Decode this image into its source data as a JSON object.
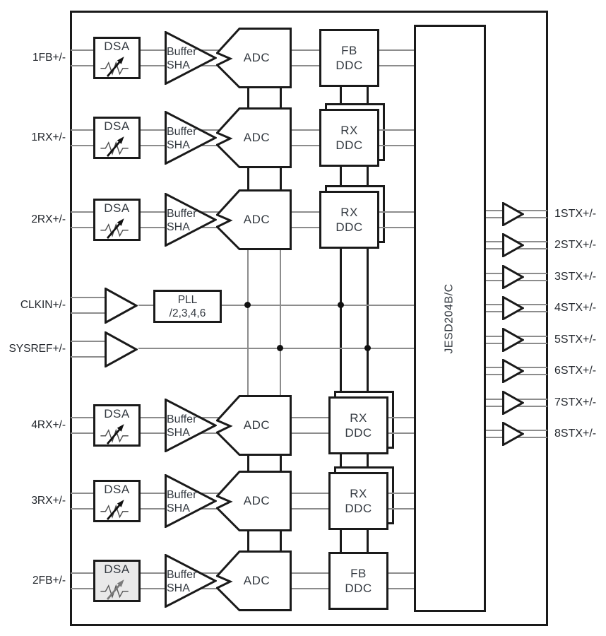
{
  "io": {
    "inputs": [
      {
        "label": "1FB+/-"
      },
      {
        "label": "1RX+/-"
      },
      {
        "label": "2RX+/-"
      },
      {
        "label": "CLKIN+/-"
      },
      {
        "label": "SYSREF+/-"
      },
      {
        "label": "4RX+/-"
      },
      {
        "label": "3RX+/-"
      },
      {
        "label": "2FB+/-"
      }
    ],
    "outputs": [
      {
        "label": "1STX+/-"
      },
      {
        "label": "2STX+/-"
      },
      {
        "label": "3STX+/-"
      },
      {
        "label": "4STX+/-"
      },
      {
        "label": "5STX+/-"
      },
      {
        "label": "6STX+/-"
      },
      {
        "label": "7STX+/-"
      },
      {
        "label": "8STX+/-"
      }
    ]
  },
  "blocks": {
    "dsa": "DSA",
    "buffer_top": "Buffer",
    "buffer_bottom": "SHA",
    "adc": "ADC",
    "fb_ddc_top": "FB",
    "fb_ddc_bottom": "DDC",
    "rx_ddc_top": "RX",
    "rx_ddc_bottom": "DDC",
    "pll_top": "PLL",
    "pll_bottom": "/2,3,4,6",
    "jesd": "JESD204B/C"
  },
  "colors": {
    "wire_gray": "#8c8c8c",
    "outline_black": "#1a1a1a",
    "text": "#333940",
    "disabled_fill": "#e9e9e9"
  }
}
